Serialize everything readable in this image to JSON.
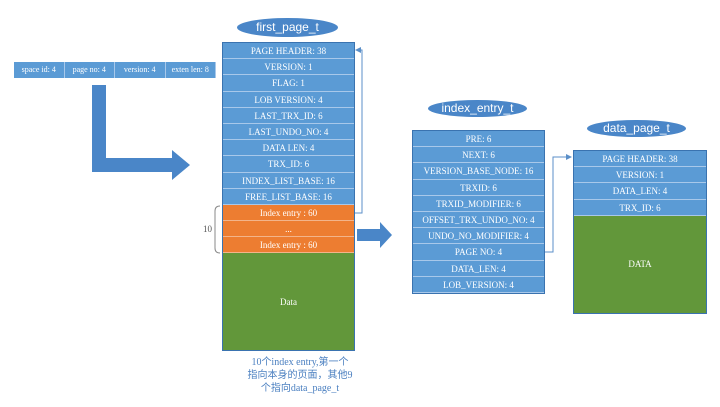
{
  "first_page": {
    "title": "first_page_t",
    "rows": [
      "PAGE HEADER: 38",
      "VERSION: 1",
      "FLAG: 1",
      "LOB VERSION: 4",
      "LAST_TRX_ID: 6",
      "LAST_UNDO_NO: 4",
      "DATA LEN: 4",
      "TRX_ID: 6",
      "INDEX_LIST_BASE: 16",
      "FREE_LIST_BASE: 16"
    ],
    "entries": [
      "Index entry :  60",
      "...",
      "Index entry :  60"
    ],
    "data": "Data",
    "entry_count": "10"
  },
  "header_bar": [
    "space id: 4",
    "page no: 4",
    "version: 4",
    "exten len: 8"
  ],
  "index_entry": {
    "title": "index_entry_t",
    "rows": [
      "PRE: 6",
      "NEXT: 6",
      "VERSION_BASE_NODE: 16",
      "TRXID: 6",
      "TRXID_MODIFIER: 6",
      "OFFSET_TRX_UNDO_NO: 4",
      "UNDO_NO_MODIFIER: 4",
      "PAGE NO: 4",
      "DATA_LEN: 4",
      "LOB_VERSION: 4"
    ]
  },
  "data_page": {
    "title": "data_page_t",
    "rows": [
      "PAGE HEADER: 38",
      "VERSION: 1",
      "DATA_LEN: 4",
      "TRX_ID: 6"
    ],
    "data": "DATA"
  },
  "caption": [
    "10个index entry,第一个",
    "指向本身的页面，其他9",
    "个指向data_page_t"
  ]
}
